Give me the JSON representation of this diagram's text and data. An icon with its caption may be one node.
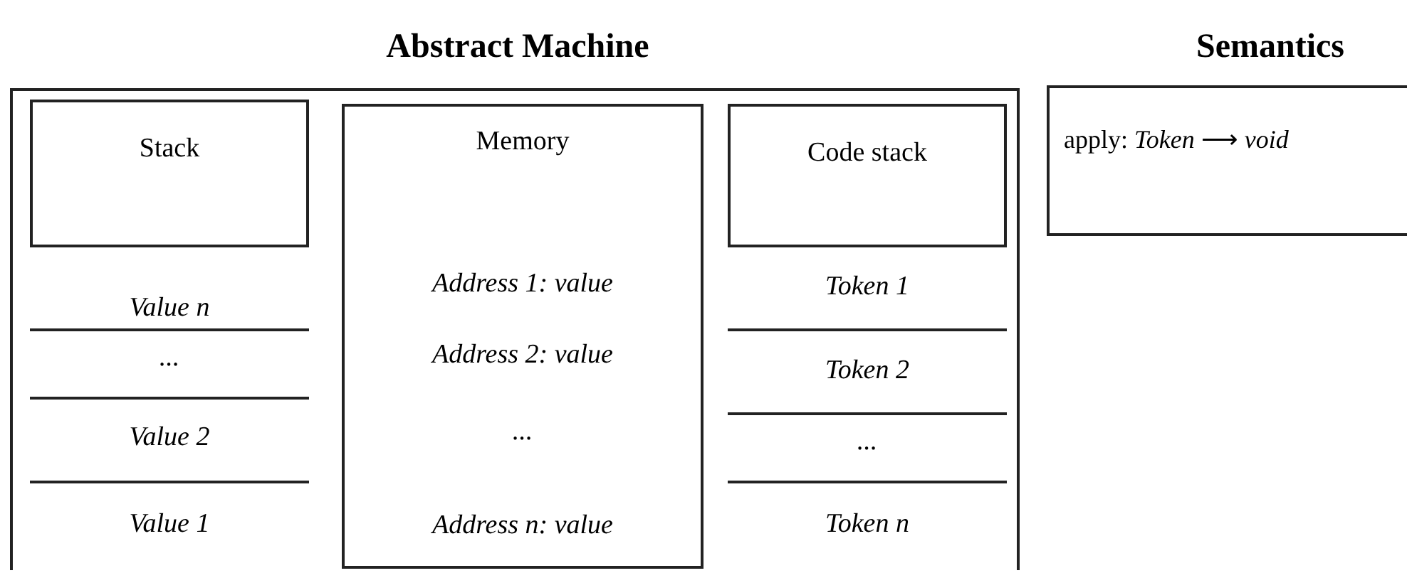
{
  "diagram": {
    "nodes": [
      {
        "text": [
          "Abstract Machine"
        ]
      },
      {
        "text": [
          "Stack"
        ],
        "in": 0
      },
      {
        "text": [
          "Value n"
        ],
        "in": 1
      },
      {
        "text": [
          "..."
        ],
        "in": 1
      },
      {
        "text": [
          "Value 2"
        ],
        "in": 1
      },
      {
        "text": [
          "Value 1"
        ],
        "in": 1
      },
      {
        "text": [
          "Memory",
          "Address 1: value",
          "Address 2: value",
          "...",
          "Address n: value"
        ],
        "in": 0
      },
      {
        "text": [
          "Code stack"
        ],
        "in": 0
      },
      {
        "text": [
          "Token 1"
        ],
        "in": 7
      },
      {
        "text": [
          "Token 2"
        ],
        "in": 7
      },
      {
        "text": [
          "..."
        ],
        "in": 7
      },
      {
        "text": [
          "Token n"
        ],
        "in": 7
      },
      {
        "text": [
          "Semantics",
          "apply: *Token* ⟶ *void*"
        ]
      }
    ]
  }
}
